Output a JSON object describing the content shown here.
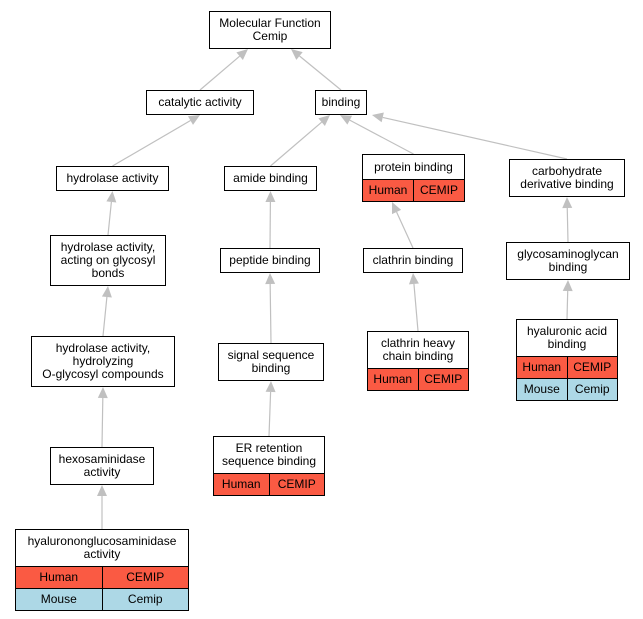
{
  "nodes": [
    {
      "id": "mf",
      "label": "Molecular Function\nCemip",
      "rows": []
    },
    {
      "id": "cat",
      "label": "catalytic activity",
      "rows": []
    },
    {
      "id": "bind",
      "label": "binding",
      "rows": []
    },
    {
      "id": "hyd",
      "label": "hydrolase activity",
      "rows": []
    },
    {
      "id": "amide",
      "label": "amide binding",
      "rows": []
    },
    {
      "id": "prot",
      "label": "protein binding",
      "rows": [
        [
          "Human",
          "CEMIP"
        ]
      ]
    },
    {
      "id": "carb",
      "label": "carbohydrate\nderivative binding",
      "rows": []
    },
    {
      "id": "hydgly",
      "label": "hydrolase activity,\nacting on glycosyl\nbonds",
      "rows": []
    },
    {
      "id": "pep",
      "label": "peptide binding",
      "rows": []
    },
    {
      "id": "clath",
      "label": "clathrin binding",
      "rows": []
    },
    {
      "id": "gag",
      "label": "glycosaminoglycan\nbinding",
      "rows": []
    },
    {
      "id": "hydo",
      "label": "hydrolase activity,\nhydrolyzing\nO-glycosyl compounds",
      "rows": []
    },
    {
      "id": "sig",
      "label": "signal sequence\nbinding",
      "rows": []
    },
    {
      "id": "chc",
      "label": "clathrin heavy\nchain binding",
      "rows": [
        [
          "Human",
          "CEMIP"
        ]
      ]
    },
    {
      "id": "ha",
      "label": "hyaluronic acid\nbinding",
      "rows": [
        [
          "Human",
          "CEMIP"
        ],
        [
          "Mouse",
          "Cemip"
        ]
      ]
    },
    {
      "id": "hex",
      "label": "hexosaminidase\nactivity",
      "rows": []
    },
    {
      "id": "er",
      "label": "ER retention\nsequence binding",
      "rows": [
        [
          "Human",
          "CEMIP"
        ]
      ]
    },
    {
      "id": "hyal",
      "label": "hyalurononglucosaminidase\nactivity",
      "rows": [
        [
          "Human",
          "CEMIP"
        ],
        [
          "Mouse",
          "Cemip"
        ]
      ]
    }
  ],
  "edges": [
    [
      "cat",
      "mf"
    ],
    [
      "bind",
      "mf"
    ],
    [
      "hyd",
      "cat"
    ],
    [
      "amide",
      "bind"
    ],
    [
      "prot",
      "bind"
    ],
    [
      "carb",
      "bind"
    ],
    [
      "hydgly",
      "hyd"
    ],
    [
      "pep",
      "amide"
    ],
    [
      "clath",
      "prot"
    ],
    [
      "gag",
      "carb"
    ],
    [
      "hydo",
      "hydgly"
    ],
    [
      "sig",
      "pep"
    ],
    [
      "chc",
      "clath"
    ],
    [
      "ha",
      "gag"
    ],
    [
      "hex",
      "hydo"
    ],
    [
      "er",
      "sig"
    ],
    [
      "hyal",
      "hex"
    ]
  ],
  "colors": {
    "human": "#fa5a43",
    "mouse": "#add8e6",
    "edge": "#c0c0c0"
  }
}
